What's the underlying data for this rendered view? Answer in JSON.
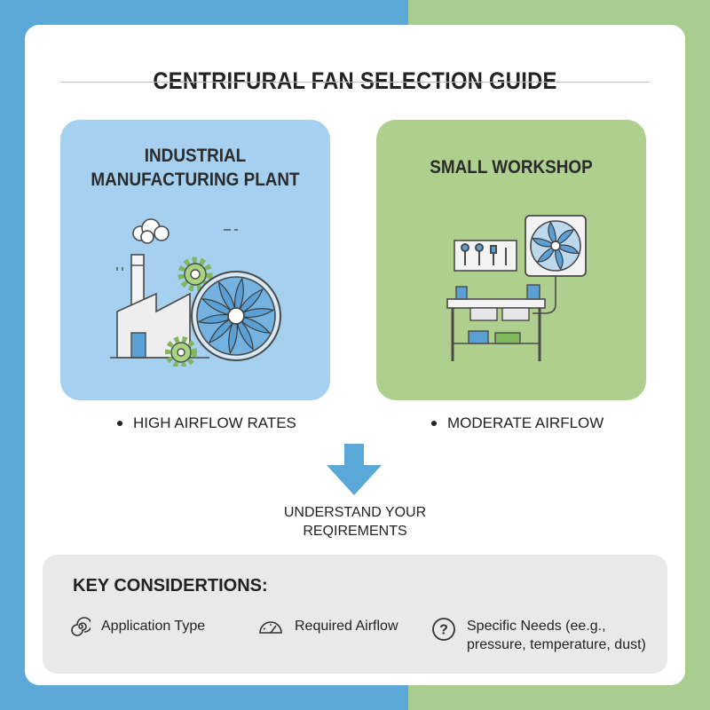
{
  "title": "CENTRIFURAL FAN SELECTION GUIDE",
  "panels": {
    "left": {
      "title_line1": "INDUSTRIAL",
      "title_line2": "MANUFACTURING PLANT",
      "bullet": "HIGH AIRFLOW RATES",
      "color": "#a5d0ef"
    },
    "right": {
      "title": "SMALL WORKSHOP",
      "bullet": "MODERATE AIRFLOW",
      "color": "#aecf8e"
    }
  },
  "flow": {
    "line1": "UNDERSTAND YOUR",
    "line2": "REQIREMENTS",
    "arrow_color": "#5aa8d8"
  },
  "key": {
    "title": "KEY CONSIDERTIONS:",
    "items": [
      {
        "icon": "spiral-icon",
        "label": "Application Type"
      },
      {
        "icon": "gauge-icon",
        "label": "Required Airflow"
      },
      {
        "icon": "question-icon",
        "line1": "Specific Needs (ee.g.,",
        "line2": "pressure, temperature, dust)"
      }
    ]
  }
}
